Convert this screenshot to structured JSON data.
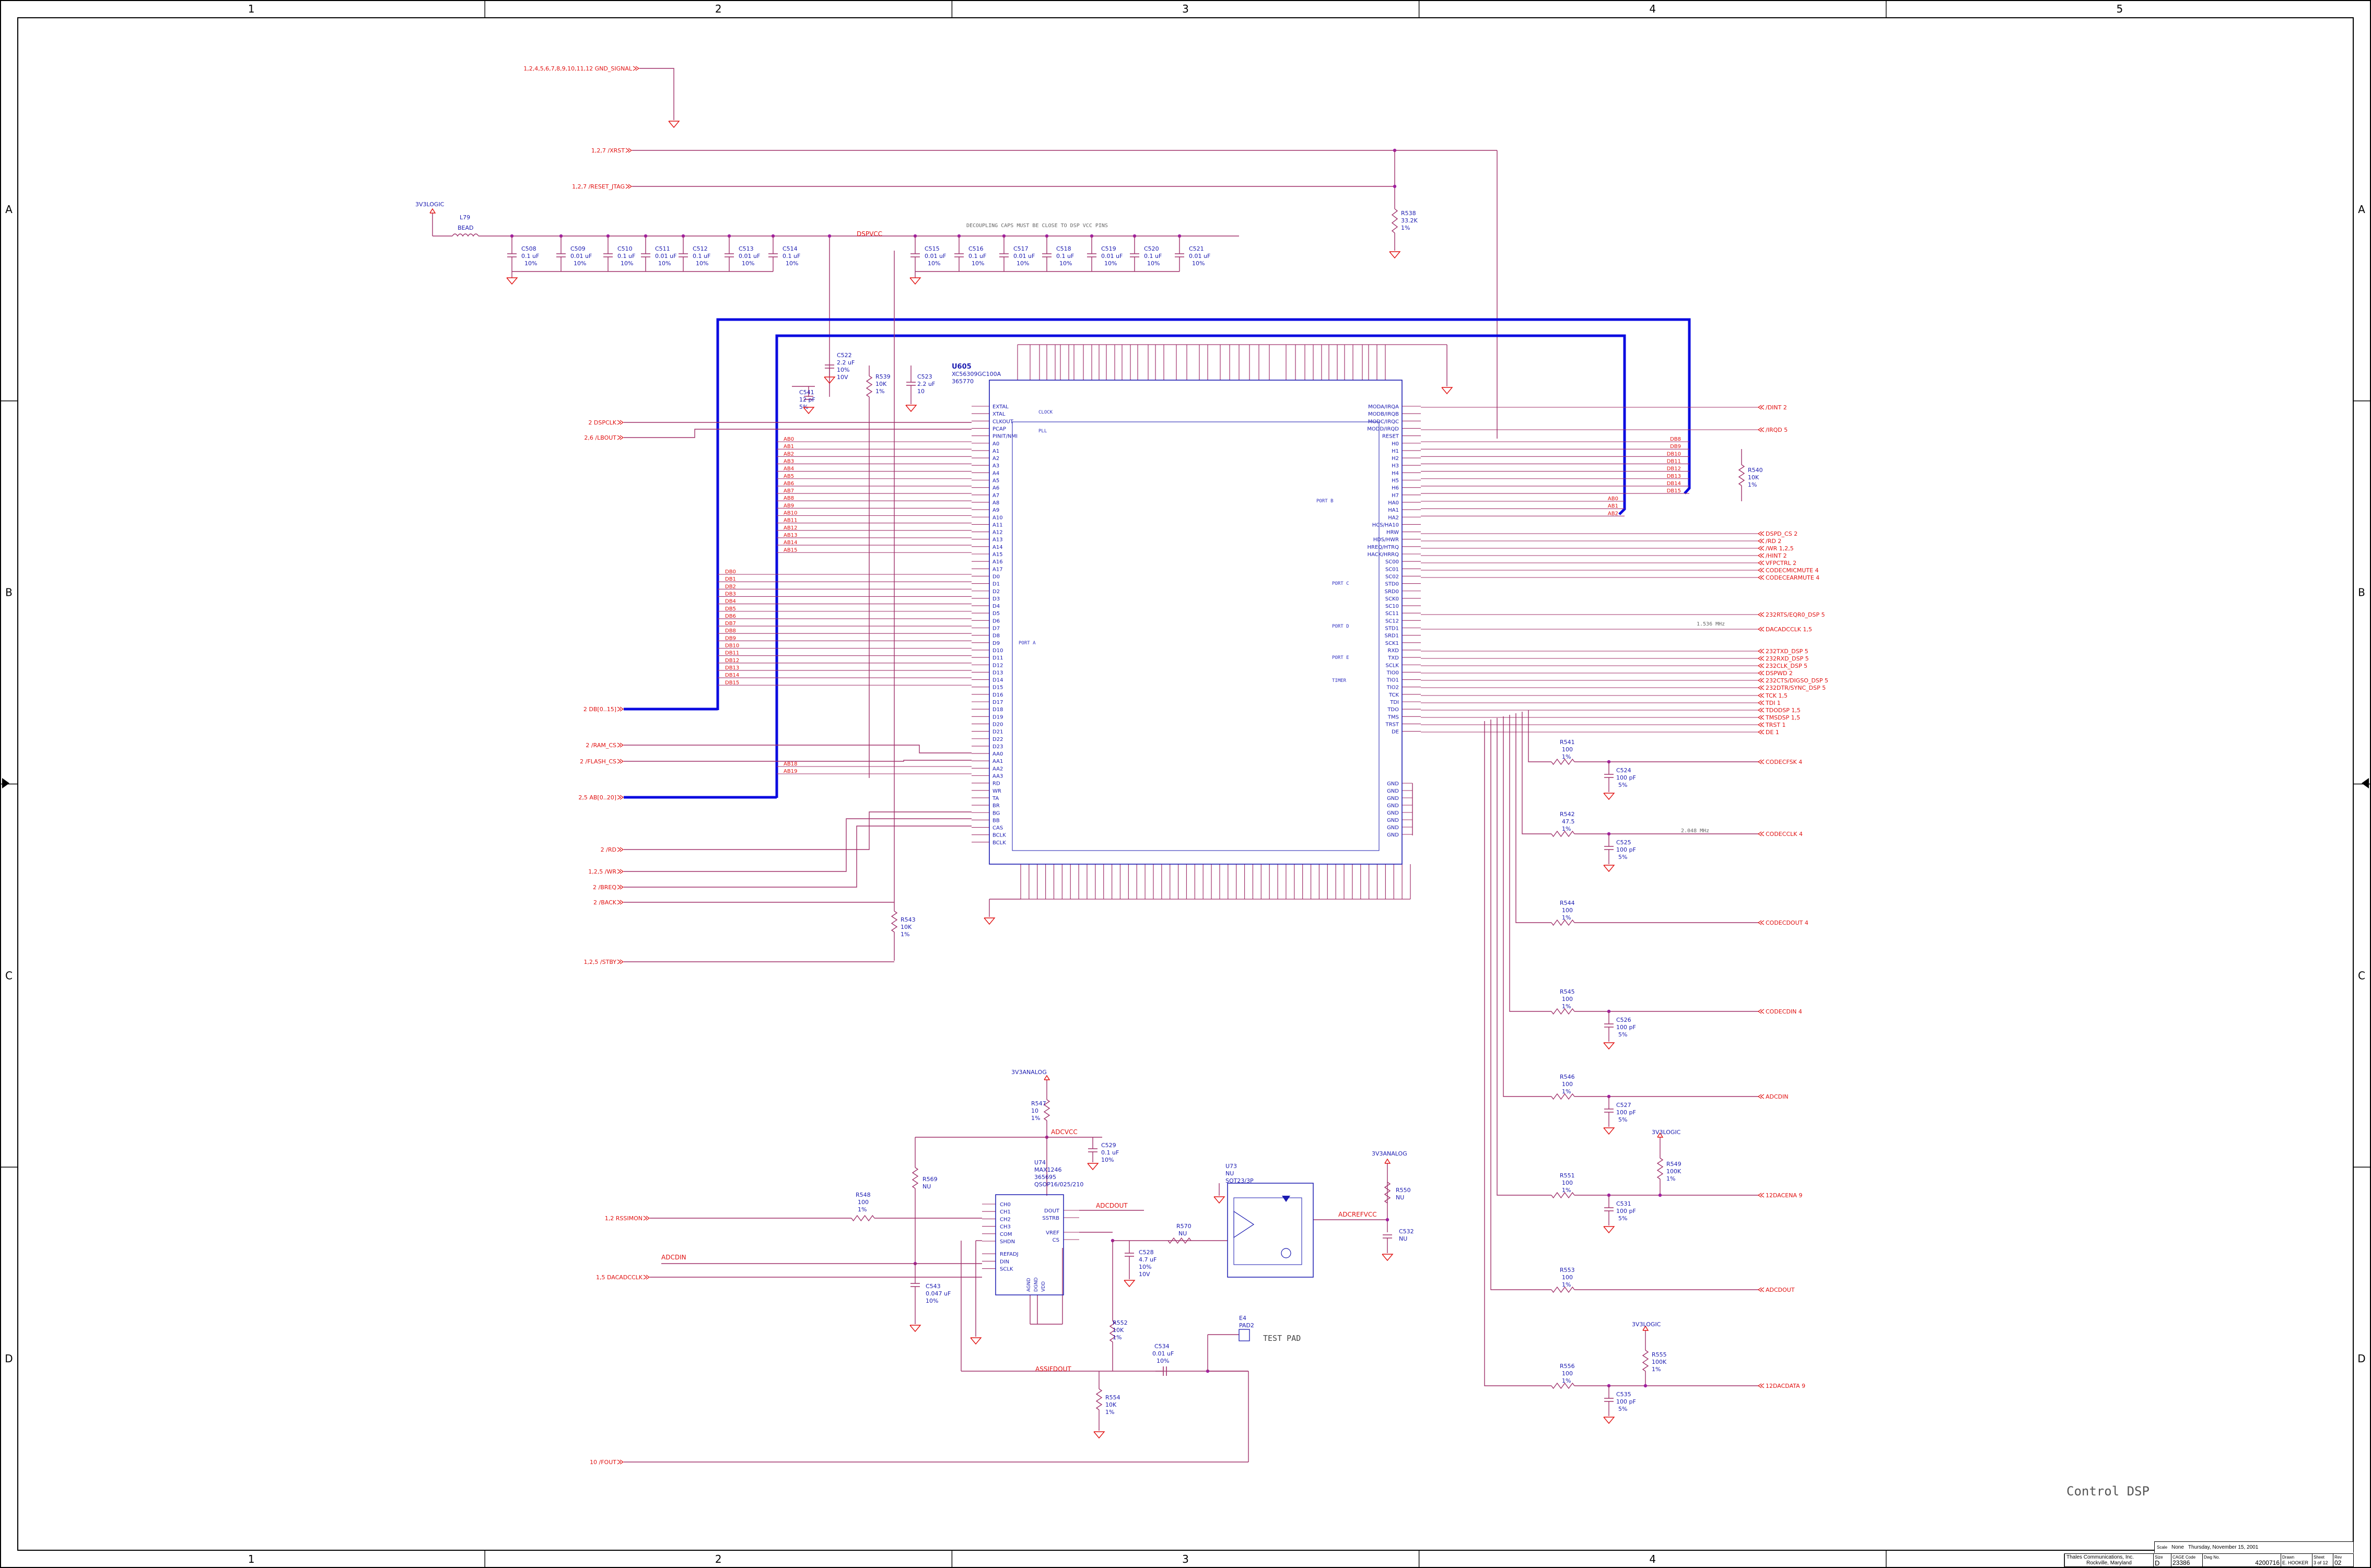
{
  "colors": {
    "border": "#000000",
    "wire": "#a0306a",
    "net_label": "#e01010",
    "part_text": "#1a1ab0",
    "bus": "#0a0ae0",
    "dot": "#a020a0"
  },
  "frame": {
    "columns": [
      "1",
      "2",
      "3",
      "4",
      "5"
    ],
    "rows": [
      "A",
      "B",
      "C",
      "D"
    ]
  },
  "top_ports": [
    "1,2,4,5,6,7,8,9,10,11,12 GND_SIGNAL",
    "1,2,7 /XRST",
    "1,2,7 /RESET_JTAG"
  ],
  "supply": {
    "logic": "3V3LOGIC",
    "bead_ref": "L79",
    "bead_val": "BEAD",
    "net": "DSPVCC",
    "note": "DECOUPLING CAPS MUST BE CLOSE TO DSP VCC PINS"
  },
  "top_caps": [
    {
      "ref": "C508",
      "val": "0.1 uF",
      "tol": "10%"
    },
    {
      "ref": "C509",
      "val": "0.01 uF",
      "tol": "10%"
    },
    {
      "ref": "C510",
      "val": "0.1 uF",
      "tol": "10%"
    },
    {
      "ref": "C511",
      "val": "0.01 uF",
      "tol": "10%"
    },
    {
      "ref": "C512",
      "val": "0.1 uF",
      "tol": "10%"
    },
    {
      "ref": "C513",
      "val": "0.01 uF",
      "tol": "10%"
    },
    {
      "ref": "C514",
      "val": "0.1 uF",
      "tol": "10%"
    },
    {
      "ref": "C515",
      "val": "0.01 uF",
      "tol": "10%"
    },
    {
      "ref": "C516",
      "val": "0.1 uF",
      "tol": "10%"
    },
    {
      "ref": "C517",
      "val": "0.01 uF",
      "tol": "10%"
    },
    {
      "ref": "C518",
      "val": "0.1 uF",
      "tol": "10%"
    },
    {
      "ref": "C519",
      "val": "0.01 uF",
      "tol": "10%"
    },
    {
      "ref": "C520",
      "val": "0.1 uF",
      "tol": "10%"
    },
    {
      "ref": "C521",
      "val": "0.01 uF",
      "tol": "10%"
    }
  ],
  "r538": {
    "ref": "R538",
    "val": "33.2K",
    "tol": "1%"
  },
  "dsp": {
    "ref": "U605",
    "part": "XC56309GC100A",
    "code": "365770",
    "left_pins": [
      "EXTAL",
      "XTAL",
      "CLKOUT",
      "PCAP",
      "PINIT/NMI",
      "A0",
      "A1",
      "A2",
      "A3",
      "A4",
      "A5",
      "A6",
      "A7",
      "A8",
      "A9",
      "A10",
      "A11",
      "A12",
      "A13",
      "A14",
      "A15",
      "A16",
      "A17",
      "D0",
      "D1",
      "D2",
      "D3",
      "D4",
      "D5",
      "D6",
      "D7",
      "D8",
      "D9",
      "D10",
      "D11",
      "D12",
      "D13",
      "D14",
      "D15",
      "D16",
      "D17",
      "D18",
      "D19",
      "D20",
      "D21",
      "D22",
      "D23",
      "AA0",
      "AA1",
      "AA2",
      "AA3",
      "RD",
      "WR",
      "TA",
      "BR",
      "BG",
      "BB",
      "CAS",
      "BCLK",
      "BCLK"
    ],
    "right_pins": [
      "MODA/IRQA",
      "MODB/IRQB",
      "MODC/IRQC",
      "MODD/IRQD",
      "RESET",
      "H0",
      "H1",
      "H2",
      "H3",
      "H4",
      "H5",
      "H6",
      "H7",
      "HA0",
      "HA1",
      "HA2",
      "HCS/HA10",
      "HRW",
      "HDS/HWR",
      "HREQ/HTRQ",
      "HACK/HRRQ",
      "SC00",
      "SC01",
      "SC02",
      "STD0",
      "SRD0",
      "SCK0",
      "SC10",
      "SC11",
      "SC12",
      "STD1",
      "SRD1",
      "SCK1",
      "RXD",
      "TXD",
      "SCLK",
      "TIO0",
      "TIO1",
      "TIO2",
      "TCK",
      "TDI",
      "TDO",
      "TMS",
      "TRST",
      "DE"
    ],
    "gnd_pins": [
      "GND",
      "GND",
      "GND",
      "GND",
      "GND",
      "GND",
      "GND",
      "GND"
    ],
    "port_labels": [
      "CLOCK",
      "PLL",
      "PORT A",
      "PORT B",
      "PORT C",
      "PORT D",
      "PORT E",
      "TIMER"
    ]
  },
  "left_ports": [
    "2 DSPCLK",
    "2,6 /LBOUT",
    "2 DB[0..15]",
    "2 /RAM_CS",
    "2 /FLASH_CS",
    "2,5 AB[0..20]",
    "2 /RD",
    "1,2,5 /WR",
    "2 /BREQ",
    "2 /BACK",
    "1,2,5 /STBY"
  ],
  "ab_left": [
    "AB0",
    "AB1",
    "AB2",
    "AB3",
    "AB4",
    "AB5",
    "AB6",
    "AB7",
    "AB8",
    "AB9",
    "AB10",
    "AB11",
    "AB12",
    "AB13",
    "AB14",
    "AB15"
  ],
  "db_left": [
    "DB0",
    "DB1",
    "DB2",
    "DB3",
    "DB4",
    "DB5",
    "DB6",
    "DB7",
    "DB8",
    "DB9",
    "DB10",
    "DB11",
    "DB12",
    "DB13",
    "DB14",
    "DB15"
  ],
  "ab_low": [
    "AB18",
    "AB19"
  ],
  "db_right": [
    "DB8",
    "DB9",
    "DB10",
    "DB11",
    "DB12",
    "DB13",
    "DB14",
    "DB15"
  ],
  "ab_right": [
    "AB0",
    "AB1",
    "AB2"
  ],
  "mid_caps": [
    {
      "ref": "C522",
      "val": "2.2 uF",
      "tol": "10%",
      "v": "10V"
    },
    {
      "ref": "C541",
      "val": "12 pF",
      "tol": "5%"
    },
    {
      "ref": "C523",
      "val": "2.2 uF",
      "tol": "10"
    },
    {
      "ref": "R539",
      "val": "10K",
      "tol": "1%"
    },
    {
      "ref": "R543",
      "val": "10K",
      "tol": "1%"
    },
    {
      "ref": "R540",
      "val": "10K",
      "tol": "1%"
    }
  ],
  "right_ports": [
    "/DINT 2",
    "/IRQD 5",
    "DSPD_CS 2",
    "/RD 2",
    "/WR 1,2,5",
    "/HINT 2",
    "VFPCTRL 2",
    "CODECMICMUTE 4",
    "CODECEARMUTE 4",
    "232RTS/EQR0_DSP 5",
    "DACADCCLK 1,5",
    "232TXD_DSP 5",
    "232RXD_DSP 5",
    "232CLK_DSP 5",
    "DSPWD 2",
    "232CTS/DIGSO_DSP 5",
    "232DTR/SYNC_DSP 5",
    "TCK 1,5",
    "TDI 1",
    "TDODSP 1,5",
    "TMSDSP 1,5",
    "TRST 1",
    "DE 1"
  ],
  "freq_labels": [
    "1.536 MHz",
    "2.048 MHz"
  ],
  "codec_chain": [
    {
      "r": "R541",
      "rv": "100",
      "rt": "1%",
      "c": "C524",
      "cv": "100 pF",
      "ct": "5%",
      "port": "CODECFSK 4"
    },
    {
      "r": "R542",
      "rv": "47.5",
      "rt": "1%",
      "c": "C525",
      "cv": "100 pF",
      "ct": "5%",
      "port": "CODECCLK 4"
    },
    {
      "r": "R544",
      "rv": "100",
      "rt": "1%",
      "c": "",
      "cv": "",
      "ct": "",
      "port": "CODECDOUT 4"
    },
    {
      "r": "R545",
      "rv": "100",
      "rt": "1%",
      "c": "C526",
      "cv": "100 pF",
      "ct": "5%",
      "port": "CODECDIN 4"
    },
    {
      "r": "R546",
      "rv": "100",
      "rt": "1%",
      "c": "C527",
      "cv": "100 pF",
      "ct": "5%",
      "port": "ADCDIN"
    },
    {
      "r": "R551",
      "rv": "100",
      "rt": "1%",
      "c": "C531",
      "cv": "100 pF",
      "ct": "5%",
      "port": "12DACENA 9"
    },
    {
      "r": "R553",
      "rv": "100",
      "rt": "1%",
      "c": "",
      "cv": "",
      "ct": "",
      "port": "ADCDOUT"
    },
    {
      "r": "R556",
      "rv": "100",
      "rt": "1%",
      "c": "C535",
      "cv": "100 pF",
      "ct": "5%",
      "port": "12DACDATA 9"
    }
  ],
  "pullups": [
    {
      "ref": "R549",
      "val": "100K",
      "tol": "1%",
      "supply": "3V3LOGIC"
    },
    {
      "ref": "R555",
      "val": "100K",
      "tol": "1%",
      "supply": "3V3LOGIC"
    }
  ],
  "adc": {
    "supply": "3V3ANALOG",
    "r547": {
      "ref": "R547",
      "val": "10",
      "tol": "1%"
    },
    "adcvcc": "ADCVCC",
    "c529": {
      "ref": "C529",
      "val": "0.1 uF",
      "tol": "10%"
    },
    "ref": "U74",
    "part": "MAX1246",
    "code": "365695",
    "pkg": "QSOP16/025/210",
    "pins_left": [
      "CH0",
      "CH1",
      "CH2",
      "CH3",
      "COM",
      "SHDN",
      "REFADJ",
      "DIN",
      "SCLK"
    ],
    "pins_right": [
      "DOUT",
      "SSTRB",
      "VREF",
      "CS"
    ],
    "bottom_pins": [
      "AGND",
      "DGND",
      "VDD"
    ],
    "r569": {
      "ref": "R569",
      "val": "NU"
    },
    "r548": {
      "ref": "R548",
      "val": "100",
      "tol": "1%"
    },
    "c543": {
      "ref": "C543",
      "val": "0.047 uF",
      "tol": "10%"
    },
    "c528": {
      "ref": "C528",
      "val": "4.7 uF",
      "tol": "10%",
      "v": "10V"
    },
    "r570": {
      "ref": "R570",
      "val": "NU"
    },
    "r552": {
      "ref": "R552",
      "val": "10K",
      "tol": "1%"
    },
    "r554": {
      "ref": "R554",
      "val": "10K",
      "tol": "1%"
    },
    "c534": {
      "ref": "C534",
      "val": "0.01 uF",
      "tol": "10%"
    },
    "nets": [
      "ADCDOUT",
      "ASSIFDOUT",
      "ADCDIN",
      "ADCREFVCC"
    ]
  },
  "vref": {
    "ref": "U73",
    "val": "NU",
    "pkg": "SOT23/3P",
    "supply": "3V3ANALOG",
    "r550": {
      "ref": "R550",
      "val": "NU"
    },
    "c532": {
      "ref": "C532",
      "val": "NU"
    }
  },
  "test_pad": {
    "ref": "E4",
    "part": "PAD2",
    "label": "TEST PAD"
  },
  "bottom_ports": [
    "1,2 RSSIMON",
    "1,5 DACADCCLK",
    "10 /FOUT"
  ],
  "title_block": {
    "title": "Control DSP",
    "company": "Thales Communications, Inc.",
    "city": "Rockville, Maryland",
    "drawn_label": "Drawn",
    "drawn": "E. HOOKER",
    "size_label": "Size",
    "size": "D",
    "cage_label": "CAGE Code",
    "cage": "23386",
    "dwg_label": "Dwg No.",
    "dwg": "4200716",
    "rev_label": "Rev",
    "rev": "02",
    "scale_label": "Scale",
    "scale": "None",
    "date": "Thursday, November 15, 2001",
    "sheet_label": "Sheet",
    "sheet": "3",
    "of": "of 12"
  }
}
